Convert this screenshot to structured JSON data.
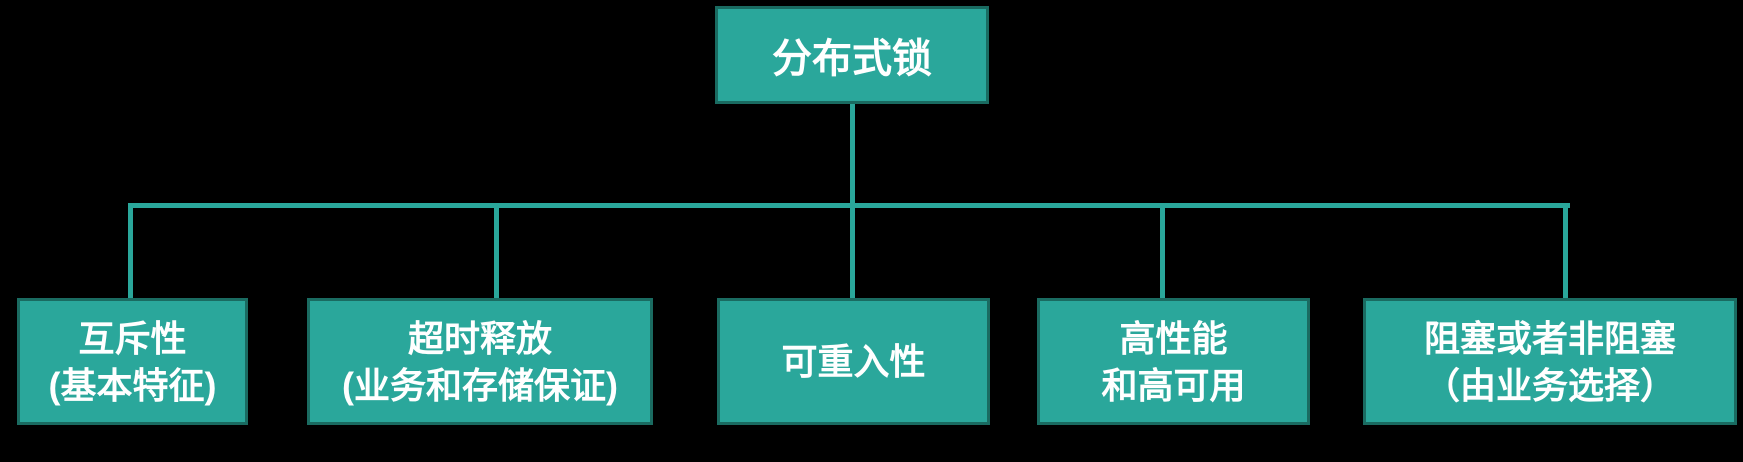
{
  "diagram": {
    "title": "分布式锁",
    "root": {
      "label": "分布式锁"
    },
    "children": [
      {
        "line1": "互斥性",
        "line2": "(基本特征)"
      },
      {
        "line1": "超时释放",
        "line2": "(业务和存储保证)"
      },
      {
        "line1": "可重入性",
        "line2": ""
      },
      {
        "line1": "高性能",
        "line2": "和高可用"
      },
      {
        "line1": "阻塞或者非阻塞",
        "line2": "（由业务选择）"
      }
    ]
  },
  "colors": {
    "background": "#000000",
    "node_fill": "#2aa79b",
    "node_border": "#1a6b61",
    "connector": "#2aa79b",
    "text": "#ffffff"
  }
}
